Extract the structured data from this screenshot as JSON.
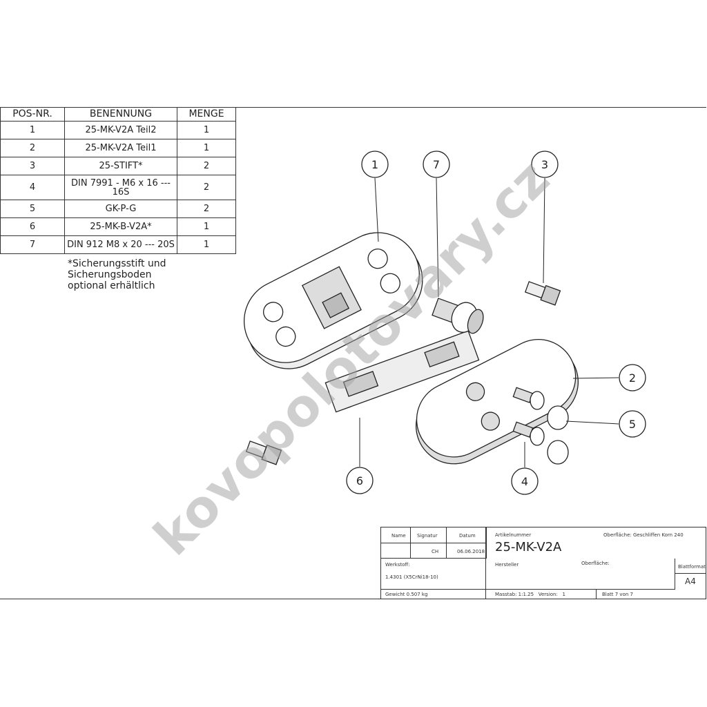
{
  "bom": {
    "headers": [
      "POS-NR.",
      "BENENNUNG",
      "MENGE"
    ],
    "rows": [
      [
        "1",
        "25-MK-V2A Teil2",
        "1"
      ],
      [
        "2",
        "25-MK-V2A Teil1",
        "1"
      ],
      [
        "3",
        "25-STIFT*",
        "2"
      ],
      [
        "4",
        "DIN 7991 - M6 x 16 --- 16S",
        "2"
      ],
      [
        "5",
        "GK-P-G",
        "2"
      ],
      [
        "6",
        "25-MK-B-V2A*",
        "1"
      ],
      [
        "7",
        "DIN 912 M8 x 20 --- 20S",
        "1"
      ]
    ],
    "note": [
      "*Sicherungsstift und",
      "Sicherungsboden",
      "optional erhältlich"
    ]
  },
  "balloons": [
    "1",
    "7",
    "3",
    "2",
    "5",
    "4",
    "6"
  ],
  "title_block": {
    "name_label": "Name",
    "signatur_label": "Signatur",
    "datum_label": "Datum",
    "signatur": "CH",
    "datum": "06.06.2018",
    "artikelnummer_label": "Artikelnummer",
    "artikelnummer": "25-MK-V2A",
    "oberflaeche_top": "Oberfläche:  Geschliffen Korn 240",
    "werkstoff_label": "Werkstoff:",
    "werkstoff": "1.4301 (X5CrNi18-10)",
    "hersteller_label": "Hersteller",
    "oberflaeche_label": "Oberfläche:",
    "blattformat_label": "Blattformat",
    "blattformat": "A4",
    "gewicht": "Gewicht 0.507 kg",
    "massstab": "Masstab: 1:1.25   Version:   1",
    "blatt": "Blatt 7 von 7"
  },
  "watermark": "kovopolotovary.cz"
}
